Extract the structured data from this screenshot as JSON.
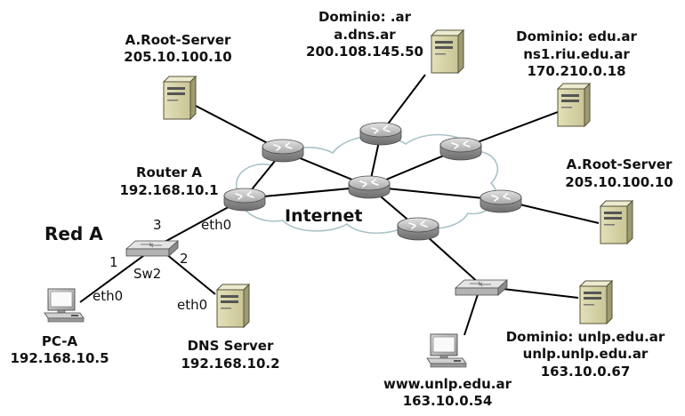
{
  "colors": {
    "link": "#000000",
    "cloud": "#a9c3c8",
    "server_face": "#d6d3a8",
    "server_side": "#9e9a72",
    "router": "#b9b9b9",
    "switch": "#c7c7c7"
  },
  "cloud_label": "Internet",
  "net_label": "Red A",
  "servers": {
    "root_top": {
      "name": "A.Root-Server",
      "ip": "205.10.100.10"
    },
    "ar": {
      "name": "Dominio: .ar",
      "host": "a.dns.ar",
      "ip": "200.108.145.50"
    },
    "edu_ar": {
      "name": "Dominio: edu.ar",
      "host": "ns1.riu.edu.ar",
      "ip": "170.210.0.18"
    },
    "root_right": {
      "name": "A.Root-Server",
      "ip": "205.10.100.10"
    },
    "unlp": {
      "name": "Dominio: unlp.edu.ar",
      "host": "unlp.unlp.edu.ar",
      "ip": "163.10.0.67"
    },
    "dns_server": {
      "name": "DNS Server",
      "ip": "192.168.10.2",
      "iface": "eth0"
    }
  },
  "router_a": {
    "name": "Router A",
    "ip": "192.168.10.1",
    "iface": "eth0"
  },
  "switch": {
    "name": "Sw2",
    "port1": "1",
    "port2": "2",
    "port3": "3"
  },
  "pc_a": {
    "name": "PC-A",
    "ip": "192.168.10.5",
    "iface": "eth0"
  },
  "web": {
    "name": "www.unlp.edu.ar",
    "ip": "163.10.0.54"
  }
}
